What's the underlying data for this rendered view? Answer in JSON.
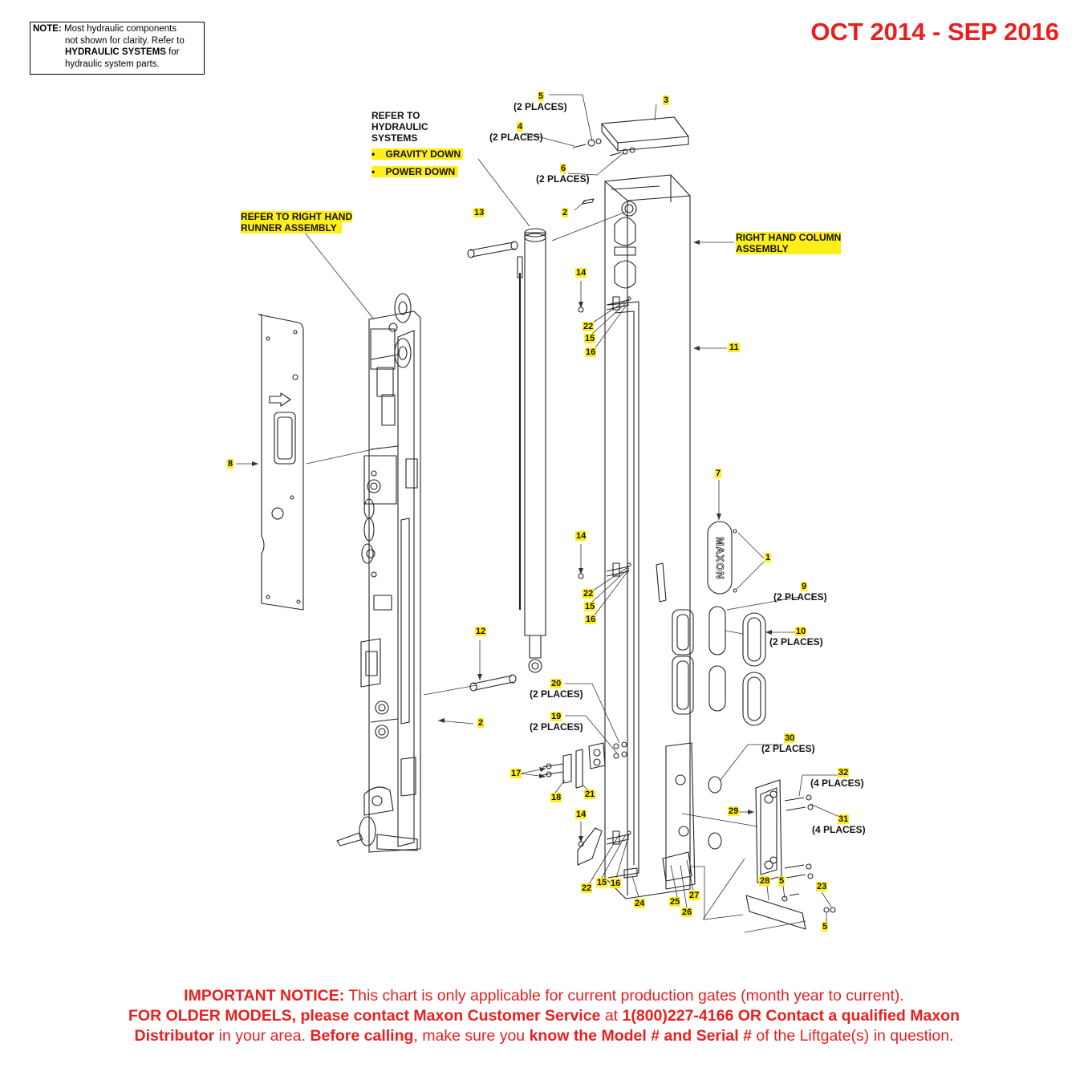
{
  "date_range": "OCT 2014 - SEP 2016",
  "note": {
    "label": "NOTE:",
    "line1": "Most hydraulic components",
    "line2": "not shown for clarity. Refer to",
    "line3_bold": "HYDRAULIC SYSTEMS",
    "line3_rest": " for",
    "line4": "hydraulic system parts."
  },
  "refer_hydraulic": {
    "line1": "REFER TO",
    "line2": "HYDRAULIC",
    "line3": "SYSTEMS",
    "opt1": "GRAVITY DOWN",
    "opt2": "POWER DOWN"
  },
  "refer_runner": {
    "line1": "REFER TO RIGHT HAND",
    "line2": "RUNNER ASSEMBLY"
  },
  "column_assembly": {
    "line1": "RIGHT HAND COLUMN",
    "line2": "ASSEMBLY"
  },
  "callouts": [
    {
      "n": "5",
      "places": "(2 PLACES)"
    },
    {
      "n": "3",
      "places": ""
    },
    {
      "n": "4",
      "places": "(2 PLACES)"
    },
    {
      "n": "6",
      "places": "(2 PLACES)"
    },
    {
      "n": "2",
      "places": ""
    },
    {
      "n": "13",
      "places": ""
    },
    {
      "n": "14",
      "places": ""
    },
    {
      "n": "22",
      "places": ""
    },
    {
      "n": "15",
      "places": ""
    },
    {
      "n": "16",
      "places": ""
    },
    {
      "n": "11",
      "places": ""
    },
    {
      "n": "8",
      "places": ""
    },
    {
      "n": "7",
      "places": ""
    },
    {
      "n": "1",
      "places": ""
    },
    {
      "n": "14",
      "places": ""
    },
    {
      "n": "22",
      "places": ""
    },
    {
      "n": "15",
      "places": ""
    },
    {
      "n": "16",
      "places": ""
    },
    {
      "n": "9",
      "places": "(2 PLACES)"
    },
    {
      "n": "10",
      "places": "(2 PLACES)"
    },
    {
      "n": "12",
      "places": ""
    },
    {
      "n": "20",
      "places": "(2 PLACES)"
    },
    {
      "n": "19",
      "places": "(2 PLACES)"
    },
    {
      "n": "2",
      "places": ""
    },
    {
      "n": "30",
      "places": "(2 PLACES)"
    },
    {
      "n": "17",
      "places": ""
    },
    {
      "n": "18",
      "places": ""
    },
    {
      "n": "21",
      "places": ""
    },
    {
      "n": "32",
      "places": "(4 PLACES)"
    },
    {
      "n": "29",
      "places": ""
    },
    {
      "n": "31",
      "places": "(4 PLACES)"
    },
    {
      "n": "14",
      "places": ""
    },
    {
      "n": "22",
      "places": ""
    },
    {
      "n": "15",
      "places": ""
    },
    {
      "n": "16",
      "places": ""
    },
    {
      "n": "24",
      "places": ""
    },
    {
      "n": "25",
      "places": ""
    },
    {
      "n": "26",
      "places": ""
    },
    {
      "n": "27",
      "places": ""
    },
    {
      "n": "28",
      "places": ""
    },
    {
      "n": "5",
      "places": ""
    },
    {
      "n": "23",
      "places": ""
    },
    {
      "n": "5",
      "places": ""
    }
  ],
  "notice": {
    "a1": "IMPORTANT NOTICE:",
    "a2": " This chart is only applicable for current production gates (month year to current).",
    "b1": "FOR OLDER MODELS, please contact Maxon Customer Service",
    "b2": " at ",
    "b3": "1(800)227-4166 OR Contact a qualified Maxon",
    "c1": "Distributor",
    "c2": " in your area. ",
    "c3": "Before calling",
    "c4": ", make sure you ",
    "c5": "know the Model # and Serial #",
    "c6": " of the Liftgate(s) in question."
  },
  "colors": {
    "red": "#e8201f",
    "highlight": "#ffee1a",
    "line": "#222222"
  },
  "logo_text": "MAXON"
}
